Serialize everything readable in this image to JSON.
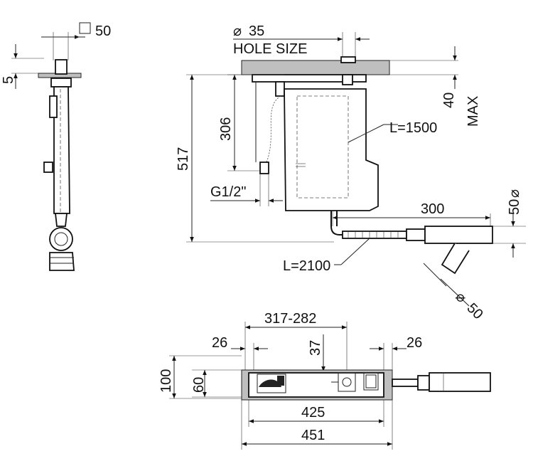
{
  "dimensions": {
    "square_50": "50",
    "dia_35": "35",
    "hole_size": "HOLE SIZE",
    "max_40": "40",
    "max_label": "MAX",
    "d5": "5",
    "d306": "306",
    "d517": "517",
    "g12": "G1/2\"",
    "l1500": "L=1500",
    "d300": "300",
    "dia50_a": "50",
    "l2100": "L=2100",
    "dia50_b": "50",
    "d317_282": "317-282",
    "d26_left": "26",
    "d37": "37",
    "d26_right": "26",
    "d100": "100",
    "d60": "60",
    "d425": "425",
    "d451": "451"
  }
}
